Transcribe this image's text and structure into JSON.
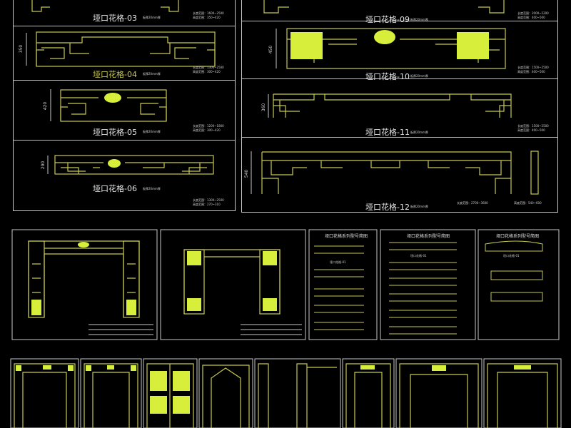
{
  "colors": {
    "background": "#000000",
    "frame": "#c9c9c9",
    "lattice": "#c8c850",
    "carving": "#d7ef3a",
    "text": "#e6e6e6"
  },
  "left_sheet": {
    "items": [
      {
        "name": "垭口花格-03",
        "thickness": "板厚20mm厚",
        "range": [
          "长度范围：1600~2500",
          "高度范围：350~420"
        ]
      },
      {
        "name": "垭口花格-04",
        "thickness": "板厚20mm厚",
        "range": [
          "长度范围：1300~2500",
          "高度范围：300~420"
        ],
        "dimension": "350"
      },
      {
        "name": "垭口花格-05",
        "thickness": "板厚20mm厚",
        "range": [
          "长度范围：1200~1800",
          "高度范围：300~420"
        ],
        "dimension": "420"
      },
      {
        "name": "垭口花格-06",
        "thickness": "板厚20mm厚",
        "range": [
          "长度范围：1300~2500",
          "高度范围：270~310"
        ],
        "dimension": "290"
      }
    ]
  },
  "right_sheet": {
    "items": [
      {
        "name": "垭口花格-09",
        "thickness": "板厚20mm厚",
        "range": [
          "长度范围：2000~2200",
          "高度范围：400~500"
        ]
      },
      {
        "name": "垭口花格-10",
        "thickness": "板厚20mm厚",
        "range": [
          "长度范围：1500~2500",
          "高度范围：400~500"
        ],
        "dimension": "450"
      },
      {
        "name": "垭口花格-11",
        "thickness": "板厚20mm厚",
        "range": [
          "长度范围：1500~2500",
          "高度范围：400~500"
        ],
        "dimension": "360"
      },
      {
        "name": "垭口花格-12",
        "thickness": "板厚20mm厚",
        "range": [
          "长度范围：2700~3600",
          "高度范围：540~600"
        ],
        "dimension": "540"
      }
    ]
  },
  "mini_sheets": {
    "title": "垭口花格系列型号简图",
    "subtitle": "垭口花格-01"
  }
}
